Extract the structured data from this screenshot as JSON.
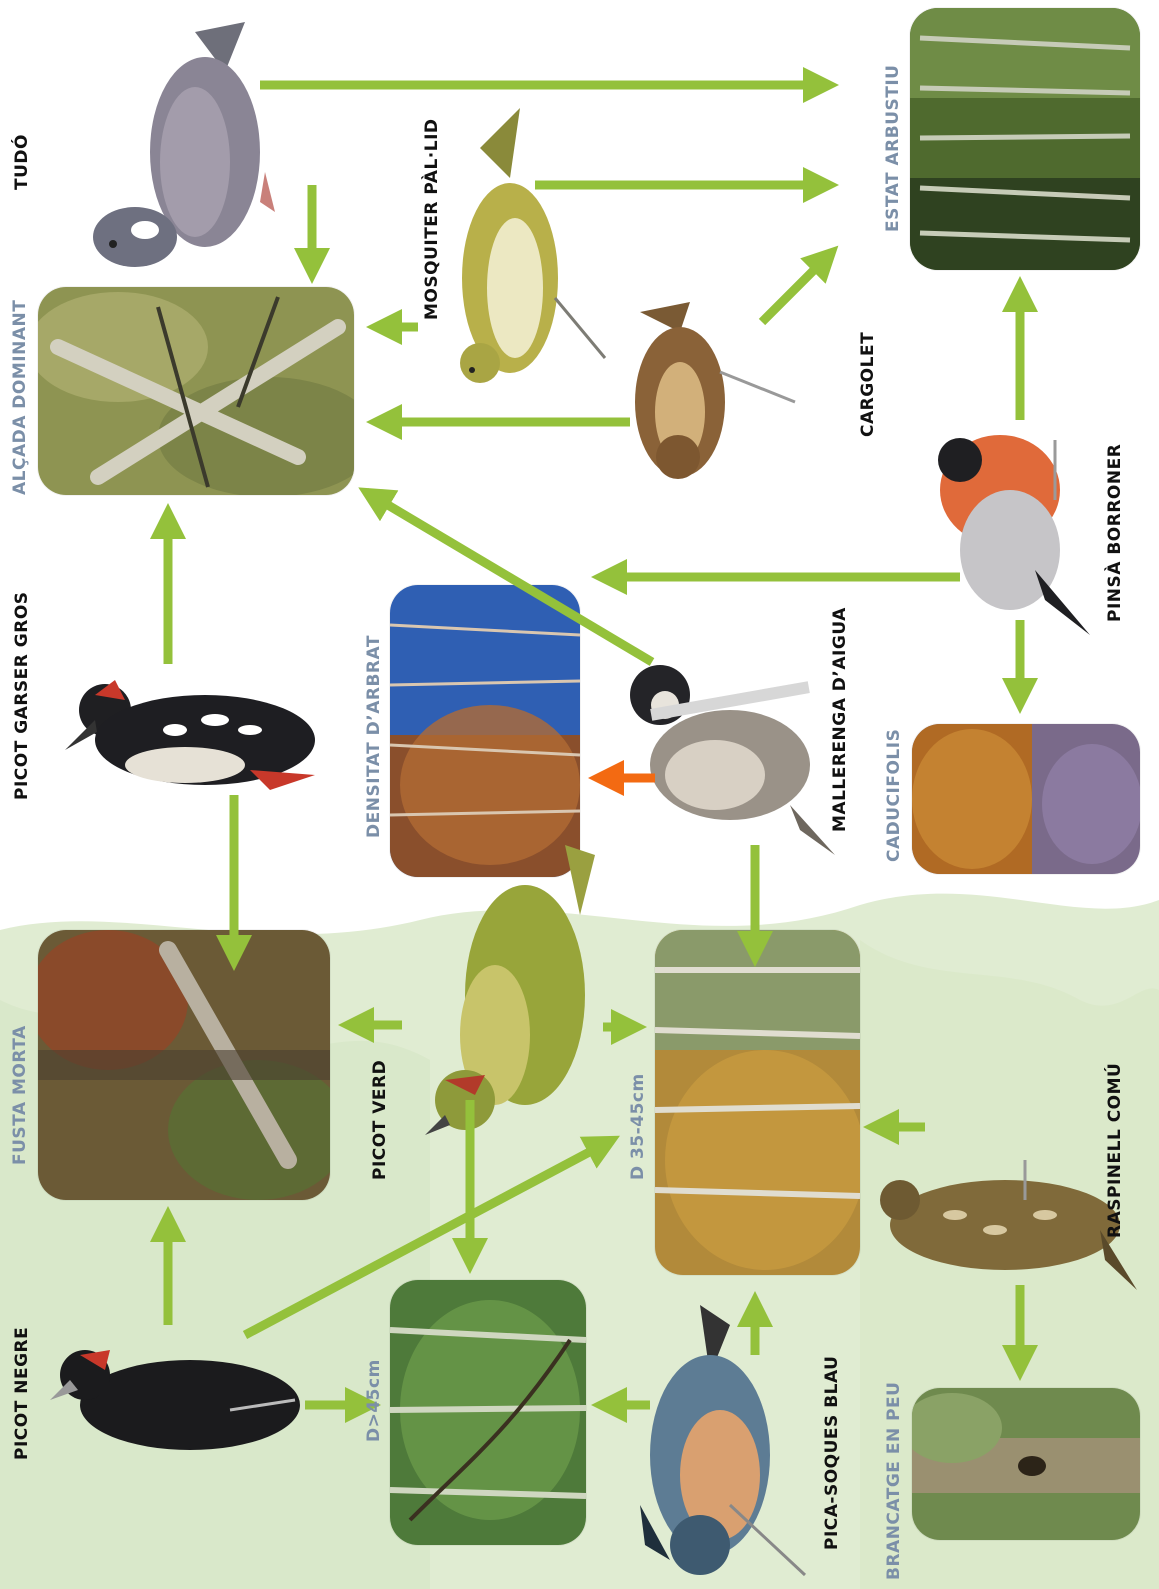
{
  "colors": {
    "arrow_green": "#94c13b",
    "arrow_orange": "#f36a12",
    "bird_label": "#111111",
    "habitat_label": "#7b8fa8",
    "background_tint": "#e0ecd2"
  },
  "birds": {
    "tudo": "TUDÓ",
    "mosquiter": "MOSQUITER PÀL·LID",
    "cargolet": "CARGOLET",
    "pinsa": "PINSÀ BORRONER",
    "picot_garser": "PICOT GARSER GROS",
    "mallerenga": "MALLERENGA D’AIGUA",
    "picot_verd": "PICOT VERD",
    "raspinell": "RASPINELL COMÚ",
    "picot_negre": "PICOT NEGRE",
    "pica_soques": "PICA-SOQUES BLAU"
  },
  "habitats": {
    "estat_arbustiu": "ESTAT ARBUSTIU",
    "alcada_dominant": "ALÇADA DOMINANT",
    "densitat_arbrat": "DENSITAT D’ARBRAT",
    "caducifolis": "CADUCIFOLIS",
    "fusta_morta": "FUSTA MORTA",
    "d_35_45": "D 35-45cm",
    "d_45": "D>45cm",
    "brancatge": "BRANCATGE EN PEU"
  }
}
